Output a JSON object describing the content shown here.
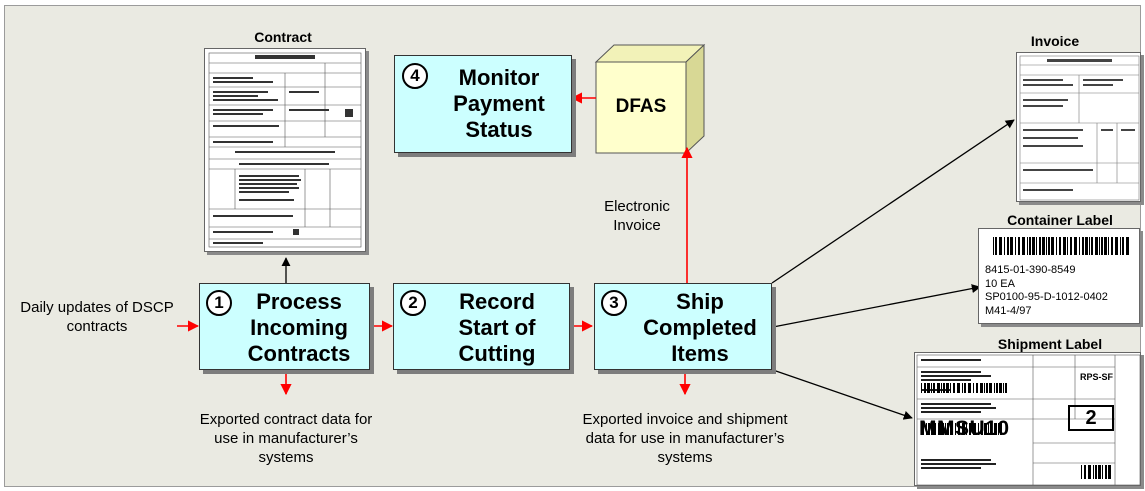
{
  "processes": {
    "process": {
      "number": "1",
      "title": "Process Incoming Contracts"
    },
    "record": {
      "number": "2",
      "title": "Record Start of Cutting"
    },
    "ship": {
      "number": "3",
      "title": "Ship Completed Items"
    },
    "monitor": {
      "number": "4",
      "title": "Monitor Payment Status"
    }
  },
  "dfas": {
    "label": "DFAS"
  },
  "notes": {
    "daily_updates": "Daily updates of DSCP contracts",
    "electronic_invoice": "Electronic Invoice",
    "exported_contract": "Exported contract data for use in manufacturer’s systems",
    "exported_invoice": "Exported invoice and shipment data for use in manufacturer’s systems"
  },
  "documents": {
    "contract_label": "Contract",
    "invoice_label": "Invoice",
    "container_label": "Container Label",
    "shipment_label": "Shipment Label",
    "container_lines": [
      "8415-01-390-8549",
      "10 EA",
      "SP0100-95-D-1012-0402",
      "M41-4/97"
    ],
    "shipment_big_text": "MMSU10",
    "shipment_code": "RPS-SF",
    "shipment_digit": "2"
  },
  "colors": {
    "box_fill": "#ccffff",
    "arrow_red": "#ff0000",
    "arrow_black": "#000000",
    "cube_front": "#ffffcc",
    "background": "#eaeae2"
  }
}
